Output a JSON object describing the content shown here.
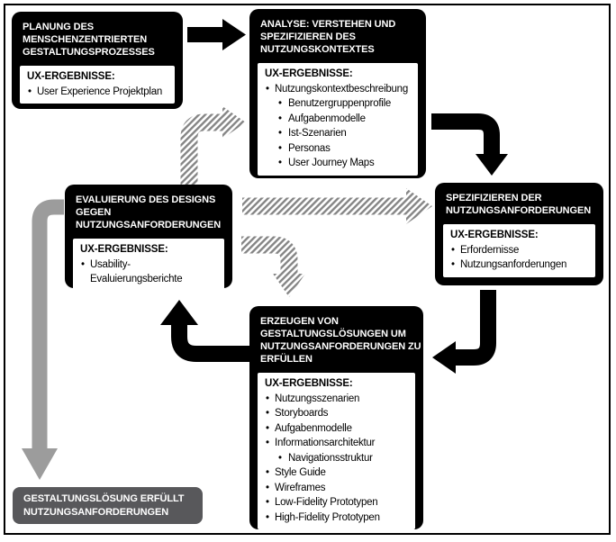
{
  "diagram": {
    "title_meaning": "Menschzentrierter Gestaltungsprozess (human-centred design process)",
    "colors": {
      "box_black": "#000000",
      "final_box_gray": "#58585b",
      "arrow_gray": "#9c9c9c",
      "hatch_stripe": "#858585",
      "text_on_dark": "#ffffff",
      "text_on_light": "#000000",
      "border": "#000000"
    },
    "boxes": {
      "planung": {
        "title": "PLANUNG DES\nMENSCHENZENTRIERTEN\nGESTALTUNGSPROZESSES",
        "ux_label": "UX-ERGEBNISSE:",
        "items": [
          {
            "text": "User Experience Projektplan",
            "level": 1
          }
        ]
      },
      "analyse": {
        "title": "ANALYSE: VERSTEHEN UND\nSPEZIFIZIEREN DES\nNUTZUNGSKONTEXTES",
        "ux_label": "UX-ERGEBNISSE:",
        "items": [
          {
            "text": "Nutzungskontextbeschreibung",
            "level": 1
          },
          {
            "text": "Benutzergruppenprofile",
            "level": 2
          },
          {
            "text": "Aufgabenmodelle",
            "level": 2
          },
          {
            "text": "Ist-Szenarien",
            "level": 2
          },
          {
            "text": "Personas",
            "level": 2
          },
          {
            "text": "User Journey Maps",
            "level": 2
          }
        ]
      },
      "spezifizieren": {
        "title": "SPEZIFIZIEREN DER\nNUTZUNGSANFORDERUNGEN",
        "ux_label": "UX-ERGEBNISSE:",
        "items": [
          {
            "text": "Erfordernisse",
            "level": 1
          },
          {
            "text": "Nutzungsanforderungen",
            "level": 1
          }
        ]
      },
      "erzeugen": {
        "title": "ERZEUGEN VON\nGESTALTUNGSLÖSUNGEN UM\nNUTZUNGSANFORDERUNGEN ZU\nERFÜLLEN",
        "ux_label": "UX-ERGEBNISSE:",
        "items": [
          {
            "text": "Nutzungsszenarien",
            "level": 1
          },
          {
            "text": "Storyboards",
            "level": 1
          },
          {
            "text": "Aufgabenmodelle",
            "level": 1
          },
          {
            "text": "Informationsarchitektur",
            "level": 1
          },
          {
            "text": "Navigationsstruktur",
            "level": 2
          },
          {
            "text": "Style Guide",
            "level": 1
          },
          {
            "text": "Wireframes",
            "level": 1
          },
          {
            "text": "Low-Fidelity Prototypen",
            "level": 1
          },
          {
            "text": "High-Fidelity Prototypen",
            "level": 1
          }
        ]
      },
      "evaluierung": {
        "title": "EVALUIERUNG DES DESIGNS\nGEGEN\nNUTZUNGSANFORDERUNGEN",
        "ux_label": "UX-ERGEBNISSE:",
        "items": [
          {
            "text": "Usability-\nEvaluierungsberichte",
            "level": 1
          }
        ]
      }
    },
    "final_box": {
      "label": "GESTALTUNGSLÖSUNG ERFÜLLT\nNUTZUNGSANFORDERUNGEN"
    },
    "arrows": [
      {
        "name": "planung-to-analyse",
        "style": "solid-black",
        "direction": "right"
      },
      {
        "name": "analyse-to-spezifizieren",
        "style": "solid-black",
        "direction": "right-then-down"
      },
      {
        "name": "spezifizieren-to-erzeugen",
        "style": "solid-black",
        "direction": "down-then-left"
      },
      {
        "name": "erzeugen-to-evaluierung",
        "style": "solid-black",
        "direction": "left-then-up"
      },
      {
        "name": "evaluierung-to-analyse",
        "style": "hatched",
        "direction": "up-then-right"
      },
      {
        "name": "evaluierung-to-spezifizieren",
        "style": "hatched",
        "direction": "right"
      },
      {
        "name": "evaluierung-to-erzeugen",
        "style": "hatched",
        "direction": "right-then-down"
      },
      {
        "name": "evaluierung-to-final",
        "style": "solid-gray",
        "direction": "left-then-down"
      }
    ]
  }
}
